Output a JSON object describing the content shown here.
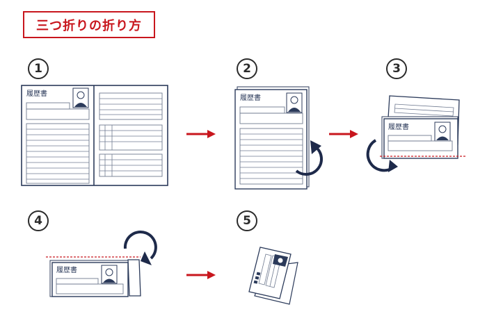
{
  "title": "三つ折りの折り方",
  "steps": [
    "1",
    "2",
    "3",
    "4",
    "5"
  ],
  "doc_heading": "履歴書",
  "colors": {
    "accent": "#c8161d",
    "navy": "#2b3a5a",
    "line": "#6f7a90"
  },
  "icons": [
    "portrait-icon",
    "right-arrow-icon",
    "fold-arrow-icon"
  ]
}
